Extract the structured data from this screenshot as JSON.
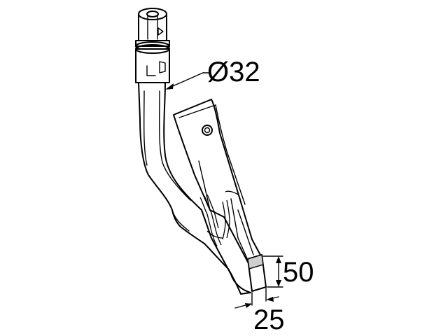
{
  "dimensions": {
    "shaft_diameter": "Ø32",
    "blade_height": "50",
    "blade_width": "25"
  }
}
